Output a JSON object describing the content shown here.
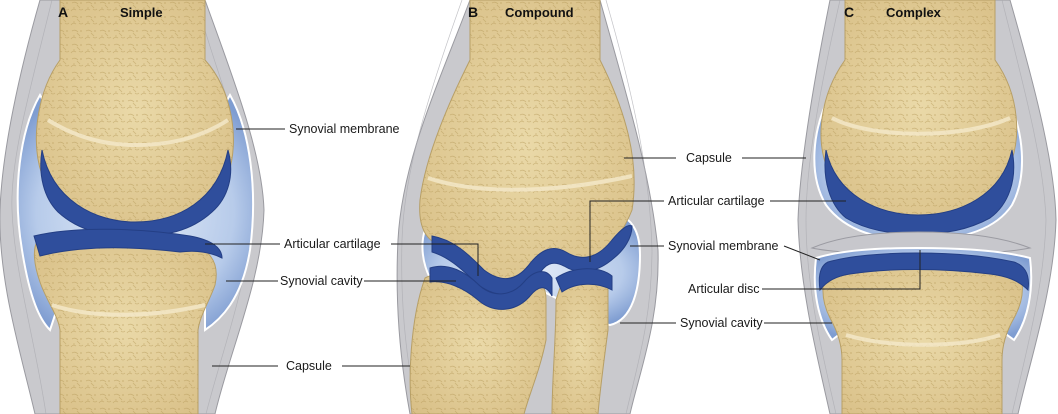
{
  "panels": [
    {
      "letter": "A",
      "title": "Simple",
      "labels": {
        "synovial_membrane": "Synovial membrane",
        "articular_cartilage": "Articular cartilage",
        "synovial_cavity": "Synovial cavity",
        "capsule": "Capsule"
      }
    },
    {
      "letter": "B",
      "title": "Compound",
      "labels": {
        "capsule": "Capsule",
        "articular_cartilage": "Articular cartilage",
        "synovial_membrane": "Synovial membrane",
        "synovial_cavity": "Synovial cavity"
      }
    },
    {
      "letter": "C",
      "title": "Complex",
      "labels": {
        "articular_disc": "Articular disc"
      }
    }
  ],
  "colors": {
    "bone": "#e7d39c",
    "cartilage": "#2f4e9c",
    "cavity": "#bcd0ec",
    "capsule": "#c9c9cd",
    "disc": "#c7c7cc"
  }
}
